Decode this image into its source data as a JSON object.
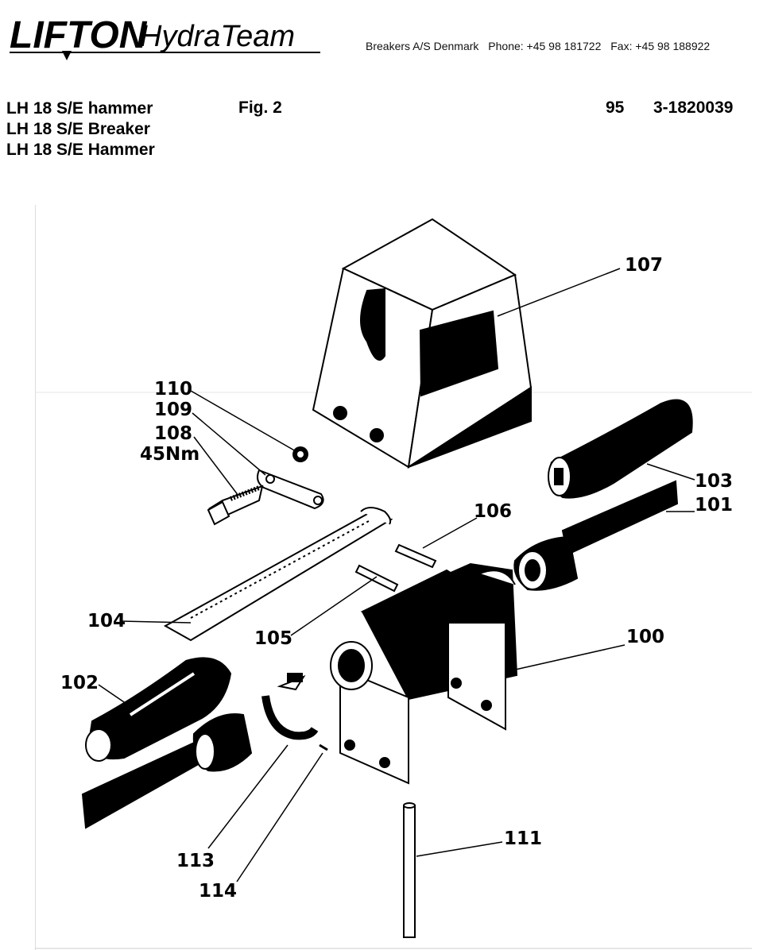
{
  "header": {
    "logo_text_1": "LIFTON",
    "logo_text_2": "HydraTeam",
    "company": "Breakers A/S Denmark",
    "phone": "Phone: +45 98 181722",
    "fax": "Fax: +45 98 188922"
  },
  "document": {
    "titles": [
      "LH 18 S/E hammer",
      "LH 18 S/E Breaker",
      "LH 18 S/E Hammer"
    ],
    "figure": "Fig. 2",
    "code_a": "95",
    "code_b": "3-1820039"
  },
  "callouts": {
    "c107": "107",
    "c110": "110",
    "c109": "109",
    "c108": "108",
    "c108_torque": "45Nm",
    "c103": "103",
    "c101": "101",
    "c106": "106",
    "c104": "104",
    "c105": "105",
    "c100": "100",
    "c102": "102",
    "c111": "111",
    "c113": "113",
    "c114": "114"
  }
}
